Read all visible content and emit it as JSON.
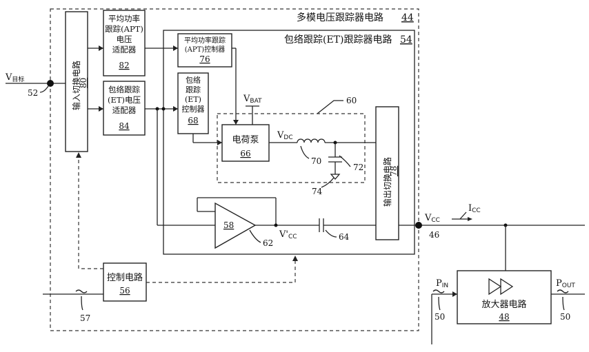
{
  "colors": {
    "line": "#222222",
    "background": "#ffffff"
  },
  "outer_title": "多模电压跟踪器电路",
  "outer_num": "44",
  "et_title": "包络跟踪(ET)跟踪器电路",
  "et_num": "54",
  "v_target": {
    "main": "V",
    "sub": "目标"
  },
  "ref_52": "52",
  "input_switch": {
    "label": "输入切换电路",
    "num": "80"
  },
  "apt_adapter": {
    "line1": "平均功率",
    "line2": "跟踪(APT)",
    "line3": "电压",
    "line4": "适配器",
    "num": "82"
  },
  "et_adapter": {
    "line1": "包络跟踪",
    "line2": "(ET)电压",
    "line3": "适配器",
    "num": "84"
  },
  "apt_controller": {
    "line1": "平均功率跟踪",
    "line2": "(APT)控制器",
    "num": "76"
  },
  "et_controller": {
    "line1": "包络",
    "line2": "跟踪",
    "line3": "(ET)",
    "line4": "控制器",
    "num": "68"
  },
  "vbat": {
    "main": "V",
    "sub": "BAT"
  },
  "charge_pump": {
    "label": "电荷泵",
    "num": "66"
  },
  "vdc": {
    "main": "V",
    "sub": "DC"
  },
  "ref_60": "60",
  "ref_70": "70",
  "ref_72": "72",
  "ref_74": "74",
  "output_switch": {
    "label": "输出切换电路",
    "num": "78"
  },
  "amp58": "58",
  "ref_62": "62",
  "vcc_prime": {
    "main": "V'",
    "sub": "CC"
  },
  "ref_64": "64",
  "vcc": {
    "main": "V",
    "sub": "CC"
  },
  "icc": {
    "main": "I",
    "sub": "CC"
  },
  "ref_46": "46",
  "control_circuit": {
    "label": "控制电路",
    "num": "56"
  },
  "ref_57": "57",
  "pin": {
    "main": "P",
    "sub": "IN"
  },
  "pout": {
    "main": "P",
    "sub": "OUT"
  },
  "ref_50_in": "50",
  "ref_50_out": "50",
  "amplifier": {
    "label": "放大器电路",
    "num": "48"
  }
}
